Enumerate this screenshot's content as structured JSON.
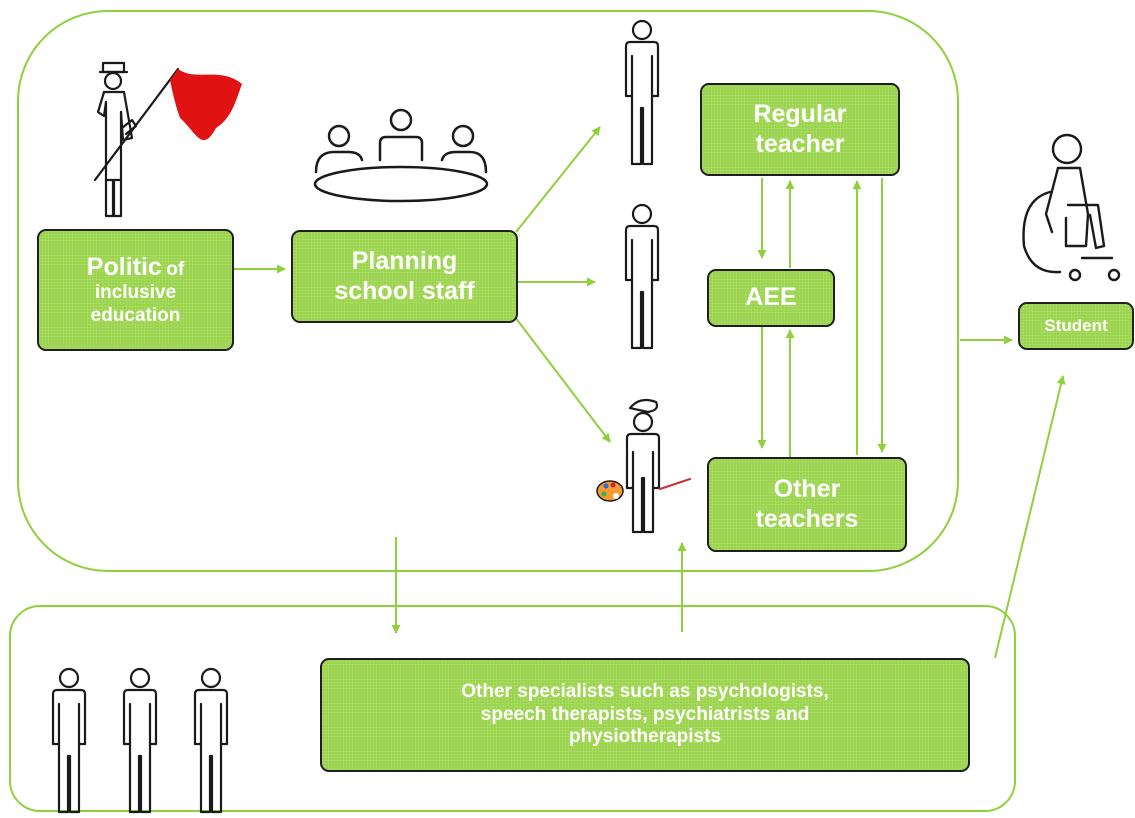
{
  "colors": {
    "box_fill": "#9ad44a",
    "box_text": "#ffffff",
    "connector": "#8ed13c",
    "region_border": "#8ed13c",
    "icon_stroke": "#1a1a1a",
    "flag": "#e01212"
  },
  "icons": [
    "flag-bearer-icon",
    "meeting-table-icon",
    "person-icon",
    "painter-icon",
    "wheelchair-student-icon"
  ],
  "boxes": {
    "politic": {
      "line1_bold": "Politic",
      "line1_suffix": "of",
      "line2": "inclusive",
      "line3": "education"
    },
    "planning": {
      "line1": "Planning",
      "line2": "school staff"
    },
    "regular_teacher": {
      "line1": "Regular",
      "line2": "teacher"
    },
    "aee": {
      "label": "AEE"
    },
    "other_teachers": {
      "line1": "Other",
      "line2": "teachers"
    },
    "student": {
      "label": "Student"
    },
    "specialists": {
      "line1": "Other specialists such as psychologists,",
      "line2": "speech therapists, psychiatrists and",
      "line3": "physiotherapists"
    }
  }
}
